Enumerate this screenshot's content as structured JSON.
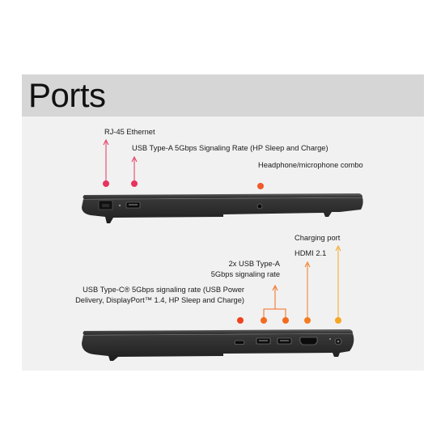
{
  "title": "Ports",
  "top_view": {
    "callouts": [
      {
        "label": "RJ-45 Ethernet",
        "color": "#e8335e"
      },
      {
        "label": "USB Type-A 5Gbps Signaling Rate (HP Sleep and Charge)",
        "color": "#e8335e"
      },
      {
        "label": "Headphone/microphone combo",
        "color": "#f05a2a"
      }
    ]
  },
  "bottom_view": {
    "callouts": [
      {
        "label_line1": "USB Type-C® 5Gbps signaling rate (USB Power",
        "label_line2": "Delivery, DisplayPort™ 1.4, HP Sleep and Charge)",
        "color": "#f0421e"
      },
      {
        "label_line1": "2x USB Type-A",
        "label_line2": "5Gbps signaling rate",
        "color": "#f26b1f"
      },
      {
        "label": "HDMI 2.1",
        "color": "#f47c20"
      },
      {
        "label": "Charging port",
        "color": "#f6a623"
      }
    ]
  }
}
